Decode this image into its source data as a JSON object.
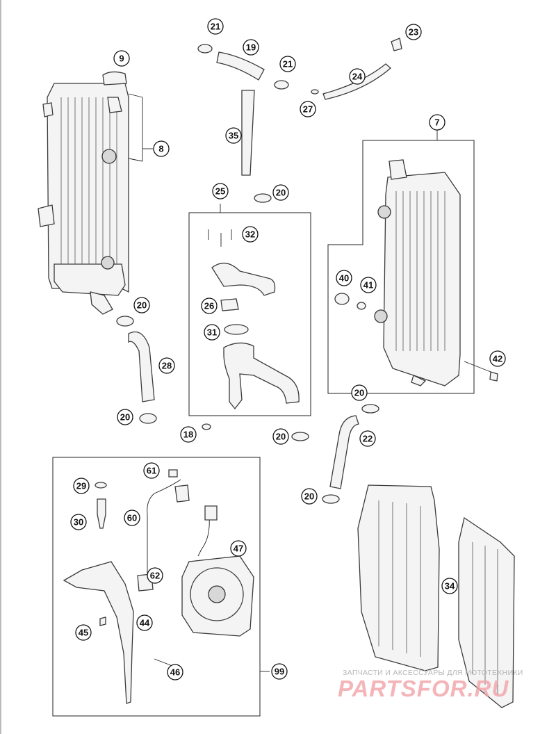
{
  "diagram": {
    "callouts": [
      "21",
      "19",
      "21",
      "23",
      "9",
      "24",
      "27",
      "8",
      "35",
      "7",
      "25",
      "20",
      "32",
      "40",
      "41",
      "26",
      "20",
      "31",
      "28",
      "42",
      "20",
      "22",
      "20",
      "18",
      "20",
      "61",
      "29",
      "20",
      "60",
      "30",
      "47",
      "62",
      "34",
      "44",
      "45",
      "46",
      "99"
    ]
  },
  "watermark": {
    "top_text": "ЗАПЧАСТИ И АКСЕССУАРЫ ДЛЯ МОТОТЕХНИКИ",
    "logo_text": "PARTSFOR.RU"
  }
}
